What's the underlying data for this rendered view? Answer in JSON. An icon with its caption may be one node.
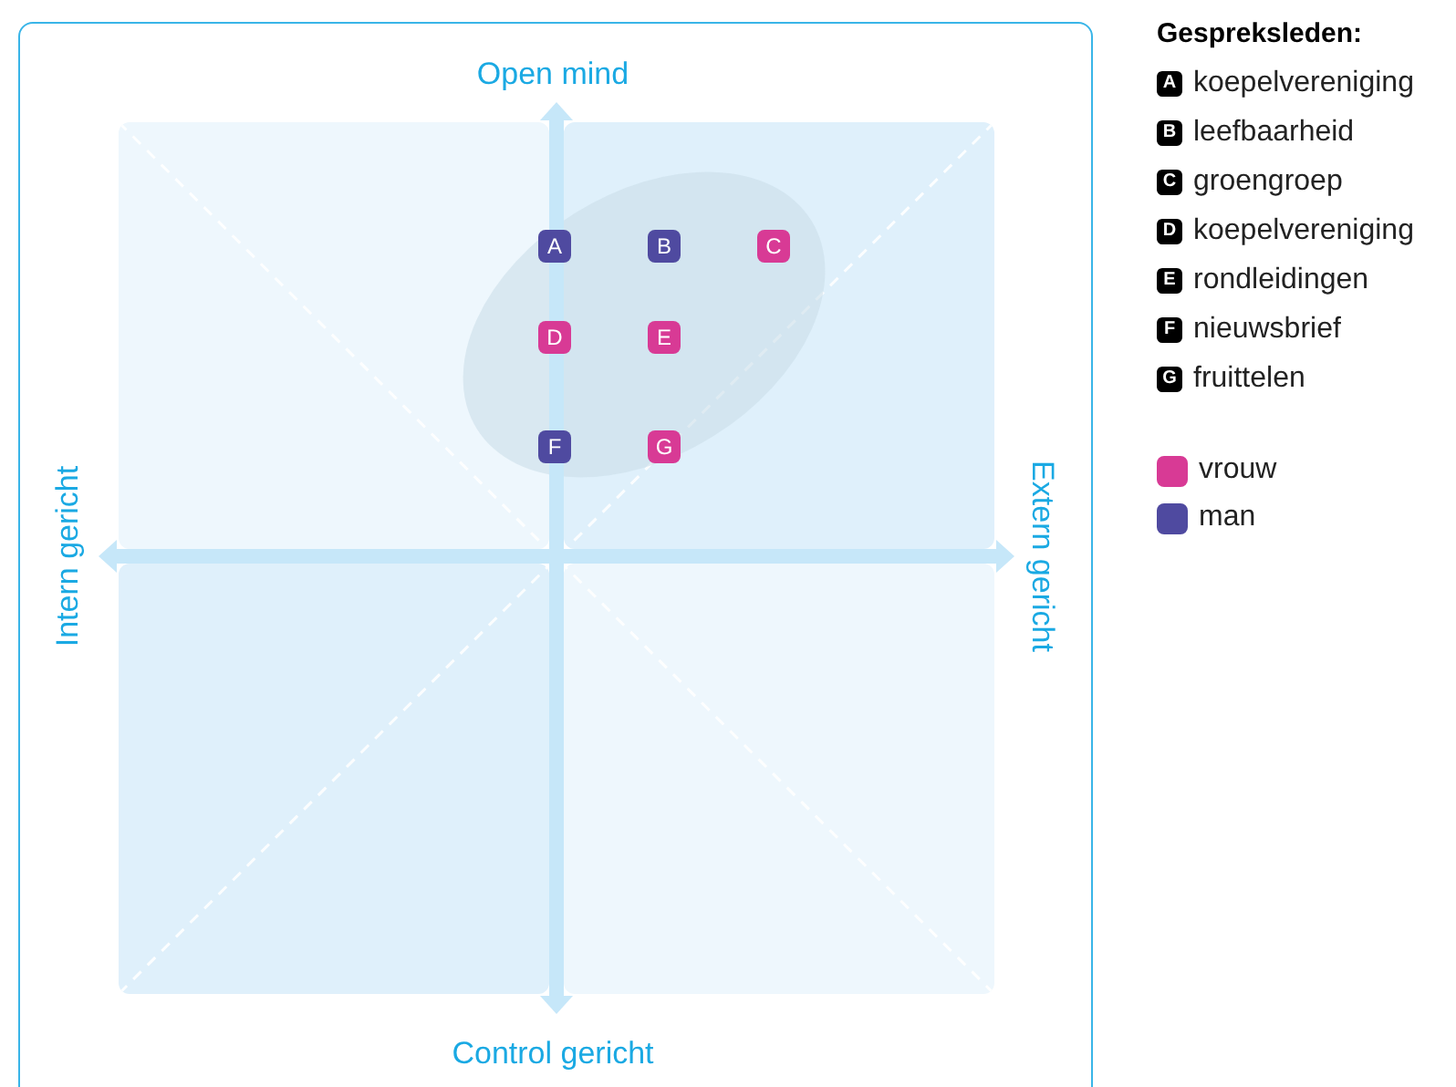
{
  "diagram": {
    "nodes": [
      {
        "text": [
          "A"
        ]
      },
      {
        "text": [
          "B"
        ]
      },
      {
        "text": [
          "C"
        ]
      },
      {
        "text": [
          "D"
        ]
      },
      {
        "text": [
          "E"
        ]
      },
      {
        "text": [
          "F"
        ]
      },
      {
        "text": [
          "G"
        ]
      }
    ],
    "edges": [],
    "labels": [
      "Open mind",
      "Intern gericht",
      "Extern gericht",
      "Control gericht",
      "Gespreksleden:",
      "A",
      "B",
      "C",
      "D",
      "E",
      "F",
      "G"
    ],
    "legend": [
      {
        "text": "koepelvereniging"
      },
      {
        "text": "leefbaarheid"
      },
      {
        "text": "groengroep"
      },
      {
        "text": "koepelvereniging"
      },
      {
        "text": "rondleidingen"
      },
      {
        "text": "nieuwsbrief"
      },
      {
        "text": "fruittelen"
      },
      {
        "text": "vrouw",
        "color": "#d83a95"
      },
      {
        "text": "man",
        "color": "#4f4aa0"
      }
    ]
  }
}
